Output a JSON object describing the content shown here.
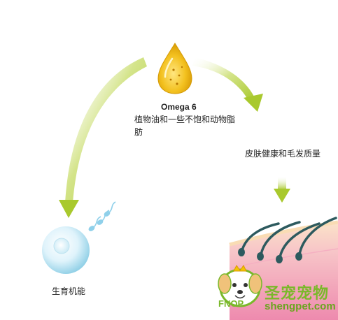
{
  "oil": {
    "title": "Omega 6",
    "desc_line1": "植物油和一些不饱和动物脂",
    "desc_line2": "肪"
  },
  "effects": {
    "skin": "皮肤健康和毛发质量",
    "reproduction": "生育机能"
  },
  "watermark": {
    "logo_text": "FNOP",
    "cn_text": "圣宠宠物",
    "site": "shengpet.com"
  },
  "colors": {
    "arrow_green": "#a9c92d",
    "oil_gold": "#e9b210",
    "skin_pink": "#ef8fb1",
    "hair": "#2d5a5e",
    "cell_blue": "#b9e3f2",
    "sperm_blue": "#8fd0ea",
    "watermark_green": "#7ab82a"
  },
  "icons": [
    "oil-drop-icon",
    "egg-cell-icon",
    "sperm-icon",
    "skin-hair-icon",
    "dog-logo-icon"
  ]
}
